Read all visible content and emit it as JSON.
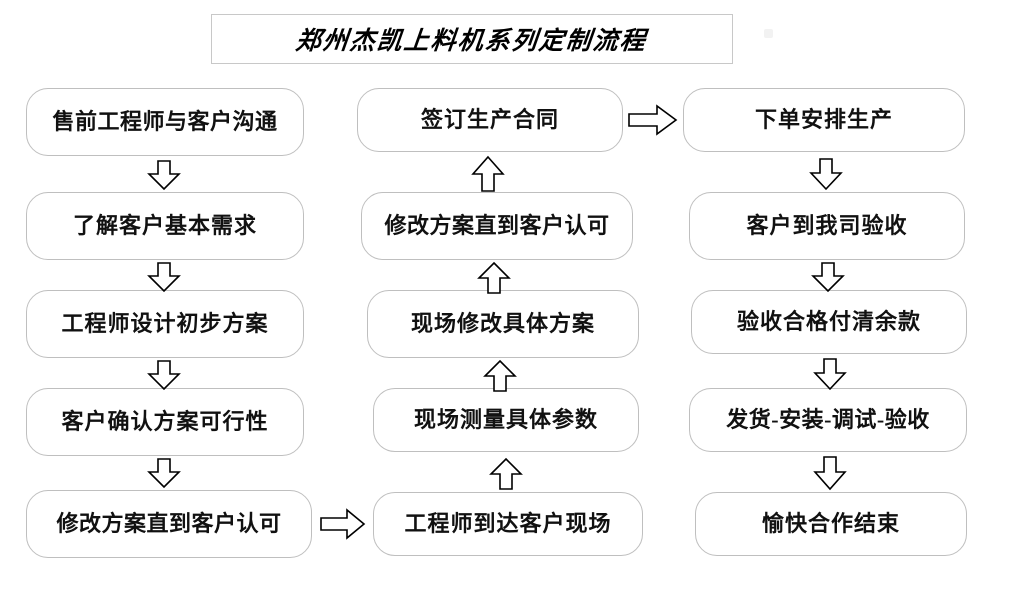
{
  "title": {
    "text": "郑州杰凯上料机系列定制流程"
  },
  "colors": {
    "page_background": "#ffffff",
    "box_border": "#bfbfbf",
    "title_border": "#c8c8c8",
    "text": "#111111",
    "arrow_stroke": "#000000",
    "arrow_fill": "#ffffff"
  },
  "columns": [
    {
      "name": "left-column",
      "nodes": [
        {
          "id": "l1",
          "label": "售前工程师与客户沟通"
        },
        {
          "id": "l2",
          "label": "了解客户基本需求"
        },
        {
          "id": "l3",
          "label": "工程师设计初步方案"
        },
        {
          "id": "l4",
          "label": "客户确认方案可行性"
        },
        {
          "id": "l5",
          "label": "修改方案直到客户认可"
        }
      ]
    },
    {
      "name": "middle-column",
      "nodes": [
        {
          "id": "m1",
          "label": "签订生产合同"
        },
        {
          "id": "m2",
          "label": "修改方案直到客户认可"
        },
        {
          "id": "m3",
          "label": "现场修改具体方案"
        },
        {
          "id": "m4",
          "label": "现场测量具体参数"
        },
        {
          "id": "m5",
          "label": "工程师到达客户现场"
        }
      ]
    },
    {
      "name": "right-column",
      "nodes": [
        {
          "id": "r1",
          "label": "下单安排生产"
        },
        {
          "id": "r2",
          "label": "客户到我司验收"
        },
        {
          "id": "r3",
          "label": "验收合格付清余款"
        },
        {
          "id": "r4",
          "label": "发货-安装-调试-验收"
        },
        {
          "id": "r5",
          "label": "愉快合作结束"
        }
      ]
    }
  ],
  "connectors": [
    {
      "id": "a-l1-l2",
      "direction": "down",
      "from": "l1",
      "to": "l2"
    },
    {
      "id": "a-l2-l3",
      "direction": "down",
      "from": "l2",
      "to": "l3"
    },
    {
      "id": "a-l3-l4",
      "direction": "down",
      "from": "l3",
      "to": "l4"
    },
    {
      "id": "a-l4-l5",
      "direction": "down",
      "from": "l4",
      "to": "l5"
    },
    {
      "id": "a-l5-m5",
      "direction": "right",
      "from": "l5",
      "to": "m5"
    },
    {
      "id": "a-m5-m4",
      "direction": "up",
      "from": "m5",
      "to": "m4"
    },
    {
      "id": "a-m4-m3",
      "direction": "up",
      "from": "m4",
      "to": "m3"
    },
    {
      "id": "a-m3-m2",
      "direction": "up",
      "from": "m3",
      "to": "m2"
    },
    {
      "id": "a-m2-m1",
      "direction": "up",
      "from": "m2",
      "to": "m1"
    },
    {
      "id": "a-m1-r1",
      "direction": "right",
      "from": "m1",
      "to": "r1"
    },
    {
      "id": "a-r1-r2",
      "direction": "down",
      "from": "r1",
      "to": "r2"
    },
    {
      "id": "a-r2-r3",
      "direction": "down",
      "from": "r2",
      "to": "r3"
    },
    {
      "id": "a-r3-r4",
      "direction": "down",
      "from": "r3",
      "to": "r4"
    },
    {
      "id": "a-r4-r5",
      "direction": "down",
      "from": "r4",
      "to": "r5"
    }
  ]
}
